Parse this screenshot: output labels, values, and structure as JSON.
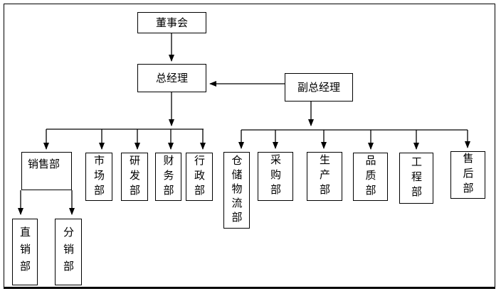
{
  "colors": {
    "line": "#000000",
    "box_border": "#000000",
    "background": "#ffffff",
    "text": "#000000"
  },
  "nodes": {
    "board": {
      "label": "董事会"
    },
    "general_manager": {
      "label": "总经理"
    },
    "deputy_general_manager": {
      "label": "副总经理"
    },
    "sales": {
      "label": "销售部"
    },
    "marketing": {
      "label": "市场部"
    },
    "rnd": {
      "label": "研发部"
    },
    "finance": {
      "label": "财务部"
    },
    "admin": {
      "label": "行政部"
    },
    "warehouse_logistics": {
      "label": "仓储物流部"
    },
    "purchasing": {
      "label": "采购部"
    },
    "production": {
      "label": "生产部"
    },
    "quality": {
      "label": "品质部"
    },
    "engineering": {
      "label": "工程部"
    },
    "after_sales": {
      "label": "售后部"
    },
    "direct_sales": {
      "label": "直销部"
    },
    "distribution": {
      "label": "分销部"
    }
  },
  "edges": [
    {
      "from": "board",
      "to": "general_manager"
    },
    {
      "from": "deputy_general_manager",
      "to": "general_manager"
    },
    {
      "from": "general_manager",
      "to": "sales"
    },
    {
      "from": "general_manager",
      "to": "marketing"
    },
    {
      "from": "general_manager",
      "to": "rnd"
    },
    {
      "from": "general_manager",
      "to": "finance"
    },
    {
      "from": "general_manager",
      "to": "admin"
    },
    {
      "from": "deputy_general_manager",
      "to": "warehouse_logistics"
    },
    {
      "from": "deputy_general_manager",
      "to": "purchasing"
    },
    {
      "from": "deputy_general_manager",
      "to": "production"
    },
    {
      "from": "deputy_general_manager",
      "to": "quality"
    },
    {
      "from": "deputy_general_manager",
      "to": "engineering"
    },
    {
      "from": "deputy_general_manager",
      "to": "after_sales"
    },
    {
      "from": "sales",
      "to": "direct_sales"
    },
    {
      "from": "sales",
      "to": "distribution"
    }
  ]
}
